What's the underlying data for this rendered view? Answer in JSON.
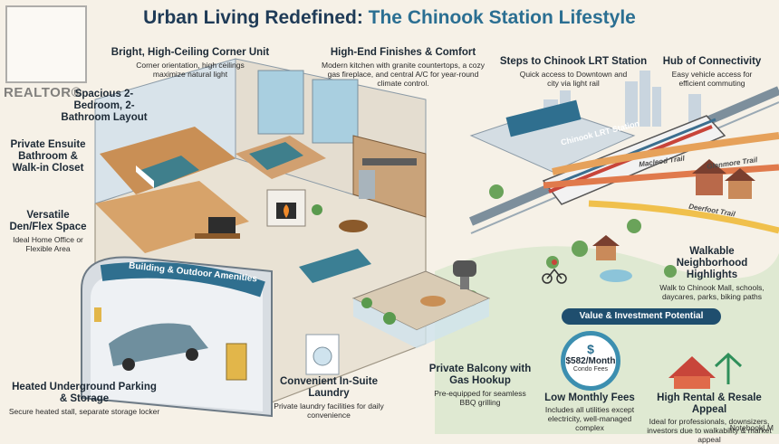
{
  "title": {
    "main": "Urban Living Redefined: ",
    "accent": "The Chinook Station Lifestyle"
  },
  "watermark_brand": "REALTOR®",
  "labels": {
    "corner_unit": {
      "heading": "Bright, High-Ceiling Corner Unit",
      "desc": "Corner orientation, high ceilings maximize natural light"
    },
    "finishes": {
      "heading": "High-End Finishes & Comfort",
      "desc": "Modern kitchen with granite countertops, a cozy gas fireplace, and central A/C for year-round climate control."
    },
    "bedroom_layout": {
      "heading": "Spacious 2-Bedroom, 2-Bathroom Layout"
    },
    "ensuite": {
      "heading": "Private Ensuite Bathroom & Walk-in Closet"
    },
    "den": {
      "heading": "Versatile Den/Flex Space",
      "desc": "Ideal Home Office or Flexible Area"
    },
    "lrt": {
      "heading": "Steps to Chinook LRT Station",
      "desc": "Quick access to Downtown and city via light rail"
    },
    "connectivity": {
      "heading": "Hub of Connectivity",
      "desc": "Easy vehicle access for efficient commuting"
    },
    "walkable": {
      "heading": "Walkable Neighborhood Highlights",
      "desc": "Walk to Chinook Mall, schools, daycares, parks, biking paths"
    },
    "parking": {
      "heading": "Heated Underground Parking & Storage",
      "desc": "Secure heated stall, separate storage locker"
    },
    "laundry": {
      "heading": "Convenient In-Suite Laundry",
      "desc": "Private laundry facilities for daily convenience"
    },
    "balcony": {
      "heading": "Private Balcony with Gas Hookup",
      "desc": "Pre-equipped for seamless BBQ grilling"
    },
    "fees": {
      "heading": "Low Monthly Fees",
      "desc": "Includes all utilities except electricity, well-managed complex"
    },
    "rental": {
      "heading": "High Rental & Resale Appeal",
      "desc": "Ideal for professionals, downsizers, investors due to walkability & market appeal"
    }
  },
  "building_amenities_banner": "Building & Outdoor Amenities",
  "train_sign": "Chinook LRT Station",
  "roads": {
    "macleod": "Macleod Trail",
    "glenmore": "Glenmore Trail",
    "deerfoot": "Deerfoot Trail"
  },
  "value_banner": "Value & Investment Potential",
  "fee_badge": {
    "symbol": "$",
    "amount": "$582/Month",
    "caption": "Condo Fees"
  },
  "credit": "NotebookLM",
  "colors": {
    "title": "#1f3b57",
    "accent": "#2b6f92",
    "teal": "#3c8fb0",
    "wall": "#e9e2d4",
    "floor": "#c98f55"
  }
}
